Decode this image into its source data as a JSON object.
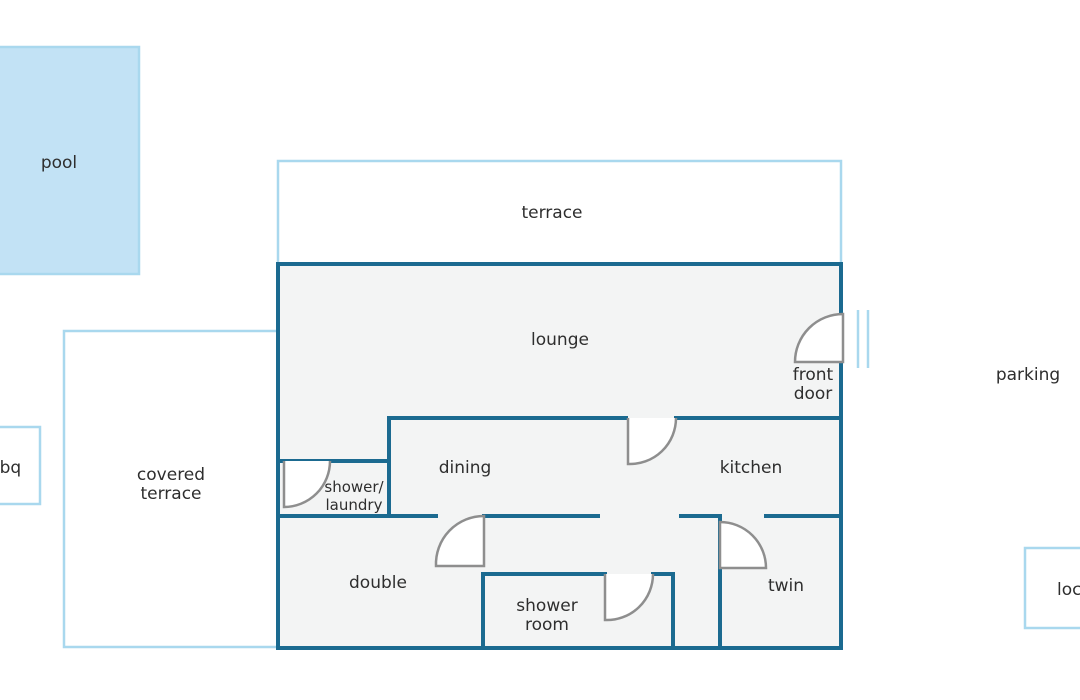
{
  "rooms": {
    "pool": "pool",
    "terrace": "terrace",
    "lounge": "lounge",
    "front_door": [
      "front",
      "door"
    ],
    "parking": "parking",
    "bbq": "bbq",
    "covered_terrace": [
      "covered",
      "terrace"
    ],
    "shower_laundry": [
      "shower/",
      "laundry"
    ],
    "dining": "dining",
    "kitchen": "kitchen",
    "double": "double",
    "shower_room": [
      "shower",
      "room"
    ],
    "twin": "twin",
    "lock": "lock"
  },
  "colors": {
    "pool_fill": "#c2e2f5",
    "light_outline": "#a9d8ee",
    "wall": "#1b6a90",
    "interior_fill": "#f3f4f4",
    "door": "#8e8e8e",
    "text": "#2e2e2e"
  }
}
